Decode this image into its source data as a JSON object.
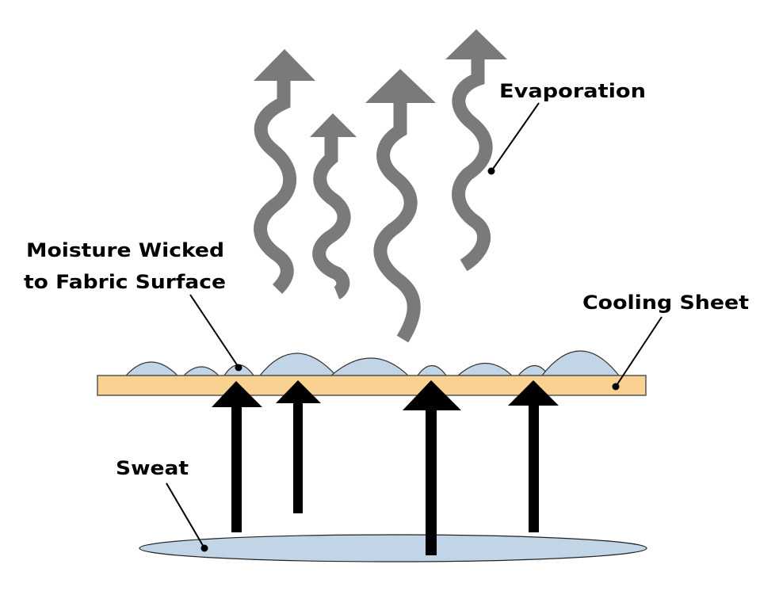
{
  "labels": {
    "evaporation": "Evaporation",
    "moisture_line1": "Moisture Wicked",
    "moisture_line2": "to Fabric Surface",
    "cooling_sheet": "Cooling Sheet",
    "sweat": "Sweat"
  },
  "colors": {
    "sheet_fill": "#f9d292",
    "droplet_fill": "#c2d5e6",
    "vapor_arrow": "#7a7a7a",
    "sweat_arrow": "#000000"
  }
}
